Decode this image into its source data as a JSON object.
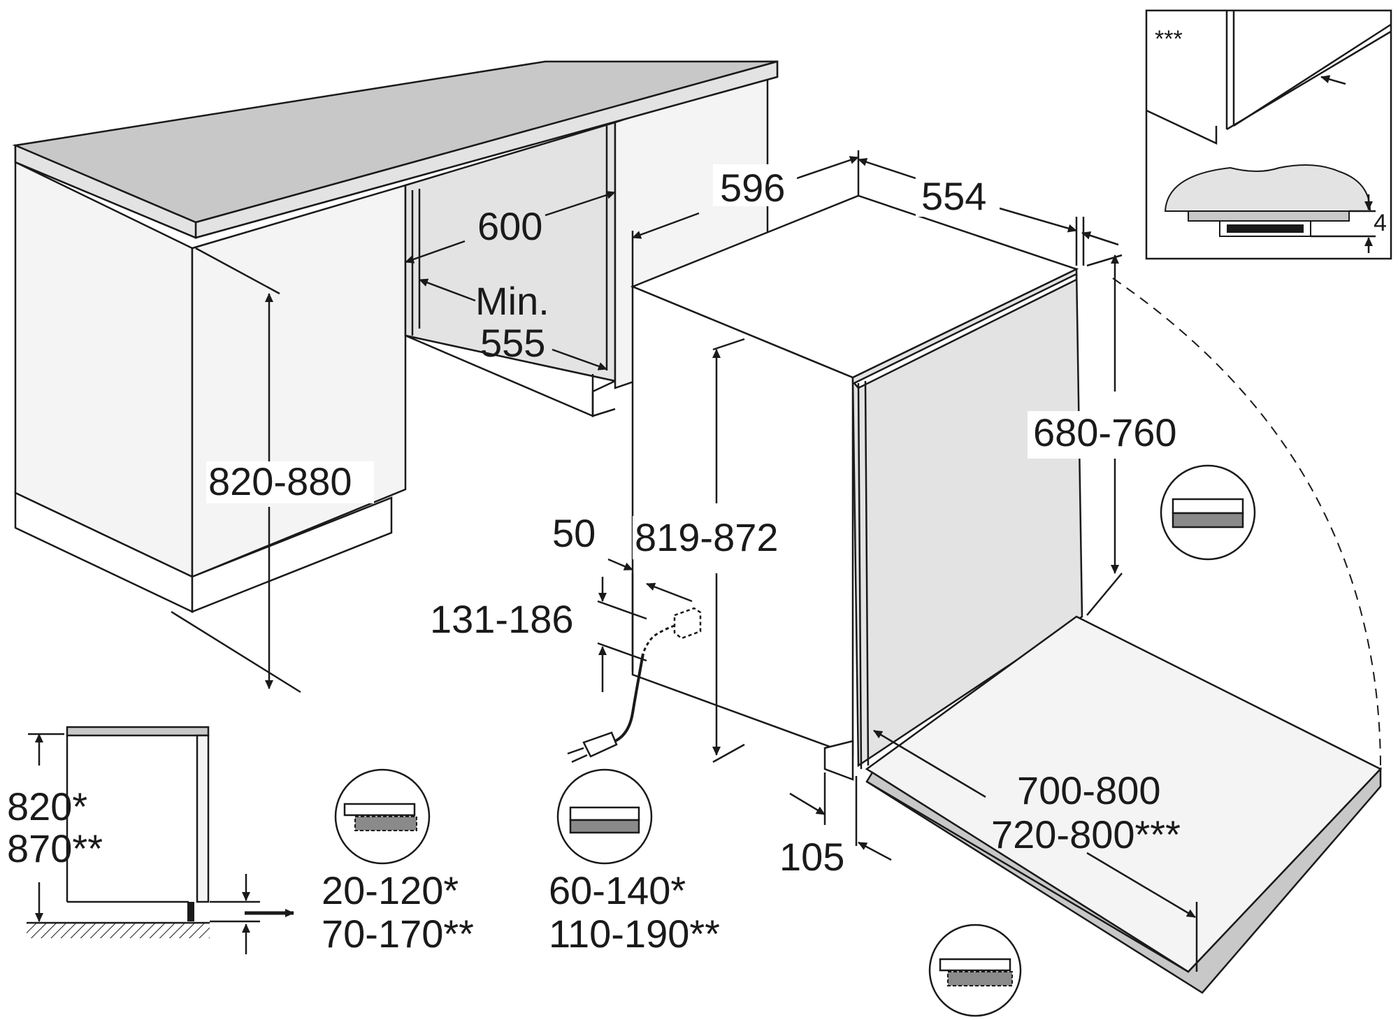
{
  "dimensions": {
    "niche_width_depth_top": "596",
    "appliance_depth": "554",
    "niche_width": "600",
    "niche_min_label": "Min.",
    "niche_min_value": "555",
    "cabinet_height": "820-880",
    "door_height": "680-760",
    "appliance_height": "819-872",
    "connection_offset": "50",
    "connection_height": "131-186",
    "door_opening_1": "700-800",
    "door_opening_2": "720-800***",
    "plinth_depth": "105",
    "side_height_1": "820*",
    "side_height_2": "870**",
    "plinth_gap_1": "20-120*",
    "plinth_gap_2": "70-170**",
    "plinth_height_1": "60-140*",
    "plinth_height_2": "110-190**",
    "inset_note": "***",
    "inset_gap": "4"
  },
  "icons": {
    "door_panel_icon": "door-panel-icon",
    "plinth_flush_icon": "plinth-flush-icon",
    "plinth_offset_icon": "plinth-offset-icon",
    "plinth_bottom_icon": "plinth-bottom-icon",
    "cable_plug_icon": "power-plug-icon"
  },
  "colors": {
    "line": "#1a1a1a",
    "worktop": "#c8c8c8",
    "cabinet": "#f4f4f4",
    "panel_dark": "#8a8a8a"
  }
}
